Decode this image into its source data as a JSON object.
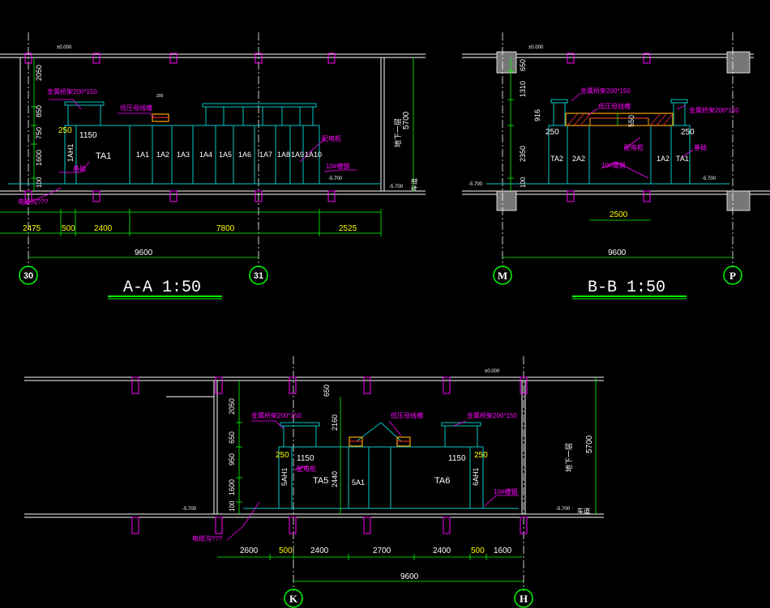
{
  "colors": {
    "background": "#000000",
    "wall": "#ffffff",
    "cyan": "#00c8c8",
    "green": "#00ff00",
    "yellow": "#ffff00",
    "magenta": "#ff00ff",
    "red": "#ff3030",
    "orange": "#ffa500"
  },
  "section_aa": {
    "title": "A-A 1:50",
    "grid_left": "30",
    "grid_right": "31",
    "dims_bottom": [
      "2475",
      "500",
      "2400",
      "7800",
      "2525"
    ],
    "dim_total": "9600",
    "dims_left": [
      "2050",
      "850",
      "750",
      "1600",
      "100"
    ],
    "dim_right": "5700",
    "floor_label": "地下一层",
    "road_label": "车道",
    "level_top": "±0.000",
    "level_floor": "-5.700",
    "level_floor_b": "-5.700",
    "dim_250": "250",
    "dim_1150": "1150",
    "panel_labels": [
      "1AH1",
      "TA1",
      "1A1",
      "1A2",
      "1A3",
      "1A4",
      "1A5",
      "1A6",
      "1A7",
      "1A8",
      "1A9",
      "1A10"
    ],
    "notes": {
      "tray": "金属桥架200*150",
      "busway": "低压母线槽",
      "cabinet": "配电柜",
      "trench": "10#槽钢",
      "base": "基础",
      "trench_left": "电缆沟???",
      "small": "200"
    }
  },
  "section_bb": {
    "title": "B-B 1:50",
    "grid_left": "M",
    "grid_right": "P",
    "dims_left": [
      "650",
      "1310",
      "916",
      "2350",
      "100"
    ],
    "dim_550": "550",
    "dim_250_l": "250",
    "dim_250_r": "250",
    "dim_2500": "2500",
    "dim_total": "9600",
    "level_top": "±0.000",
    "level_floor": "-5.700",
    "level_floor_b": "-5.700",
    "panel_labels": [
      "TA2",
      "2A2",
      "1A2",
      "TA1"
    ],
    "notes": {
      "tray_l": "金属桥架200*150",
      "tray_r": "金属桥架200*150",
      "busway": "低压母线槽",
      "cabinet": "配电柜",
      "trench": "10#槽钢",
      "base": "基础"
    }
  },
  "section_cc": {
    "grid_left": "K",
    "grid_right": "H",
    "dims_bottom": [
      "2600",
      "500",
      "2400",
      "2700",
      "2400",
      "500",
      "1600"
    ],
    "dim_total": "9600",
    "dims_left": [
      "2050",
      "650",
      "950",
      "1600",
      "100"
    ],
    "dim_650": "650",
    "dim_2160": "2160",
    "dim_2440": "2440",
    "dim_250_l": "250",
    "dim_250_r": "250",
    "dim_1150_l": "1150",
    "dim_1150_r": "1150",
    "dim_right": "5700",
    "floor_label": "地下一层",
    "road_label": "车道",
    "level_top": "±0.000",
    "level_floor": "-5.700",
    "level_floor_b": "-5.700",
    "panel_labels": [
      "5AH1",
      "TA5",
      "5A1",
      "TA6",
      "6AH1"
    ],
    "notes": {
      "tray_l": "金属桥架200*150",
      "tray_r": "金属桥架200*150",
      "busway": "低压母线槽",
      "cabinet": "配电柜",
      "trench": "10#槽钢",
      "trench_left": "电缆沟???"
    }
  }
}
